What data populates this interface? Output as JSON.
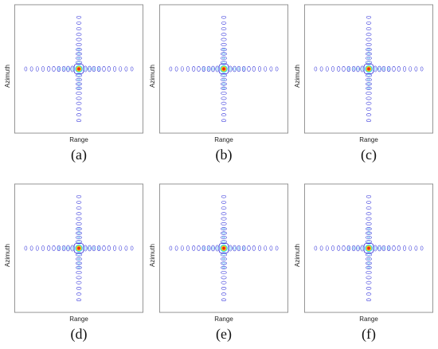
{
  "figure": {
    "xlabel": "Range",
    "ylabel": "Azimuth",
    "panels": [
      {
        "caption": "(a)"
      },
      {
        "caption": "(b)"
      },
      {
        "caption": "(c)"
      },
      {
        "caption": "(d)"
      },
      {
        "caption": "(e)"
      },
      {
        "caption": "(f)"
      }
    ],
    "colors": {
      "frame": "#8a8a8a",
      "contour_outer": "#2b2bd9",
      "contour_mid": "#2fa7e8",
      "core_cyan": "#2ed6e8",
      "core_yellow": "#f2e21c",
      "core_orange": "#f47a1a",
      "core_red": "#e8261b"
    }
  }
}
